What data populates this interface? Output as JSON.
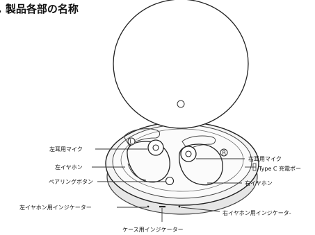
{
  "title": ". 製品各部の名称",
  "labels": {
    "left_mic": "左耳用マイク",
    "left_earphone": "左イヤホン",
    "pairing_button": "ペアリングボタン",
    "left_indicator": "左イヤホン用インジケーター",
    "case_indicator": "ケース用インジケーター",
    "right_mic": "右耳用マイク",
    "typec_port": "Type C 充電ポー",
    "right_earphone": "右イヤホン",
    "right_indicator": "右イヤホン用インジケータ-"
  },
  "earbud_marks": {
    "left": "L",
    "right": "R"
  }
}
